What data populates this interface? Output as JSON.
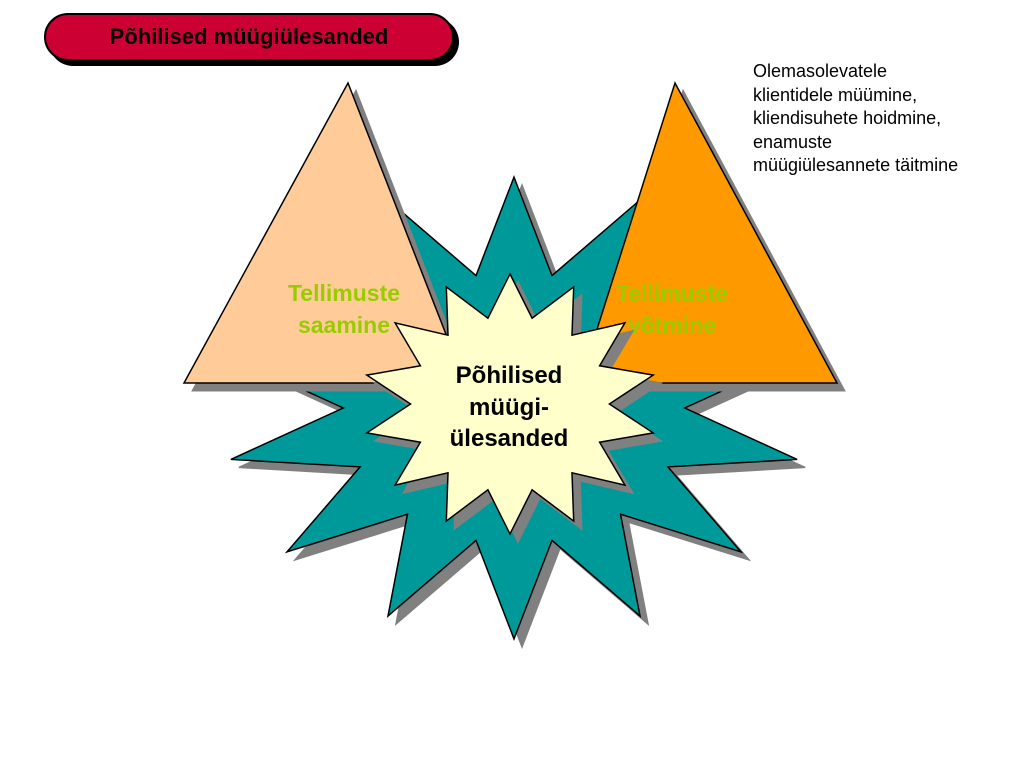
{
  "title": "Põhilised müügiülesanded",
  "note_lines": [
    "Olemasolevatele",
    "klientidele müümine,",
    "kliendisuhete hoidmine,",
    "enamuste",
    "müügiülesannete täitmine"
  ],
  "left_triangle": {
    "line1": "Tellimuste",
    "line2": "saamine"
  },
  "right_triangle": {
    "line1": "Tellimuste",
    "line2": "võtmine"
  },
  "center_star": {
    "line1": "Põhilised",
    "line2": "müügi-",
    "line3": "ülesanded"
  },
  "colors": {
    "title_fill": "#cc0033",
    "left_triangle": "#ffcc99",
    "right_triangle": "#ff9900",
    "big_star": "#009999",
    "small_star": "#ffffcc",
    "triangle_text": "#99cc00",
    "shadow": "#808080"
  }
}
